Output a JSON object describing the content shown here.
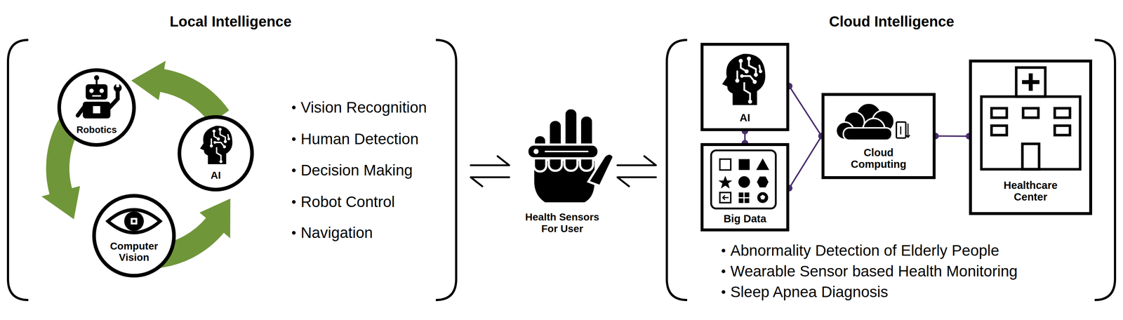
{
  "diagram": {
    "nodes": [
      {
        "text": [
          "Robotics"
        ]
      },
      {
        "text": [
          "AI"
        ]
      },
      {
        "text": [
          "Computer Vision"
        ]
      },
      {
        "text": [
          "AI"
        ]
      },
      {
        "text": [
          "Big Data"
        ]
      },
      {
        "text": [
          "Cloud Computing"
        ]
      },
      {
        "text": [
          "Healthcare Center"
        ]
      }
    ],
    "edges": [
      {
        "from": 3,
        "to": 4,
        "arrow": "none"
      },
      {
        "from": 3,
        "to": 5,
        "arrow": "none"
      },
      {
        "from": 4,
        "to": 5,
        "arrow": "none"
      },
      {
        "from": 5,
        "to": 6,
        "arrow": "none"
      }
    ],
    "labels": [
      "Local Intelligence",
      "Cloud Intelligence",
      "Vision Recognition",
      "Human Detection",
      "Decision Making",
      "Robot Control",
      "Navigation",
      "Health Sensors For User",
      "Abnormality Detection of Elderly People",
      "Wearable Sensor based Health Monitoring",
      "Sleep Apnea Diagnosis"
    ]
  }
}
